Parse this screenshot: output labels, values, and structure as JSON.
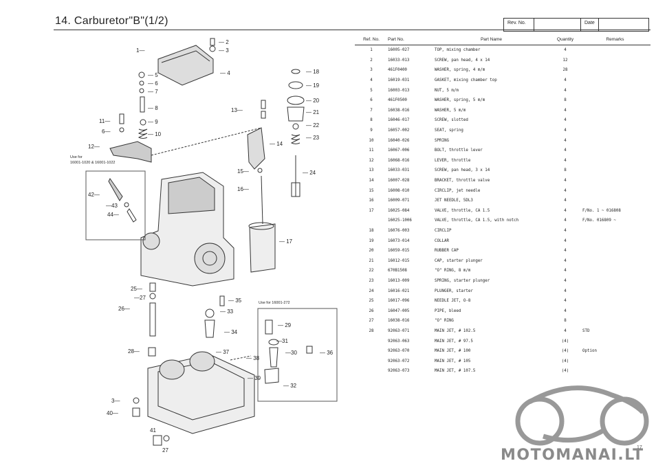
{
  "header": {
    "title": "14.  Carburetor\"B\"(1/2)",
    "rev_label": "Rev. No.",
    "date_label": "Date"
  },
  "columns": {
    "ref": "Ref. No.",
    "part": "Part No.",
    "name": "Part Name",
    "qty": "Quantity",
    "remarks": "Remarks"
  },
  "parts": [
    {
      "ref": "1",
      "part": "16005-027",
      "name": "TOP, mixing chamber",
      "qty": "4",
      "rem": ""
    },
    {
      "ref": "2",
      "part": "16033-013",
      "name": "SCREW, pan head, 4 x 14",
      "qty": "12",
      "rem": ""
    },
    {
      "ref": "3",
      "part": "461F0400",
      "name": "WASHER, spring, 4 m/m",
      "qty": "28",
      "rem": ""
    },
    {
      "ref": "4",
      "part": "16019-031",
      "name": "GASKET, mixing chamber top",
      "qty": "4",
      "rem": ""
    },
    {
      "ref": "5",
      "part": "16003-013",
      "name": "NUT, 5 m/m",
      "qty": "4",
      "rem": ""
    },
    {
      "ref": "6",
      "part": "461F0500",
      "name": "WASHER, spring, 5 m/m",
      "qty": "8",
      "rem": ""
    },
    {
      "ref": "7",
      "part": "16038-016",
      "name": "WASHER, 5 m/m",
      "qty": "4",
      "rem": ""
    },
    {
      "ref": "8",
      "part": "16046-017",
      "name": "SCREW, slotted",
      "qty": "4",
      "rem": ""
    },
    {
      "ref": "9",
      "part": "16057-002",
      "name": "SEAT, spring",
      "qty": "4",
      "rem": ""
    },
    {
      "ref": "10",
      "part": "16040-026",
      "name": "SPRING",
      "qty": "4",
      "rem": ""
    },
    {
      "ref": "11",
      "part": "16067-006",
      "name": "BOLT, throttle lever",
      "qty": "4",
      "rem": ""
    },
    {
      "ref": "12",
      "part": "16068-016",
      "name": "LEVER, throttle",
      "qty": "4",
      "rem": ""
    },
    {
      "ref": "13",
      "part": "16033-031",
      "name": "SCREW, pan head, 3 x 14",
      "qty": "8",
      "rem": ""
    },
    {
      "ref": "14",
      "part": "16007-028",
      "name": "BRACKET, throttle valve",
      "qty": "4",
      "rem": ""
    },
    {
      "ref": "15",
      "part": "16008-010",
      "name": "CIRCLIP, jet needle",
      "qty": "4",
      "rem": ""
    },
    {
      "ref": "16",
      "part": "16009-071",
      "name": "JET NEEDLE, 5DL3",
      "qty": "4",
      "rem": ""
    },
    {
      "ref": "17",
      "part": "16025-084",
      "name": "VALVE, throttle, CA 1.5",
      "qty": "4",
      "rem": "F/No. 1 ~ 016808"
    },
    {
      "ref": "",
      "part": "16025-1006",
      "name": "VALVE, throttle, CA 1.5, with notch",
      "qty": "4",
      "rem": "F/No. 016809 ~"
    },
    {
      "ref": "18",
      "part": "16076-003",
      "name": "CIRCLIP",
      "qty": "4",
      "rem": ""
    },
    {
      "ref": "19",
      "part": "16073-014",
      "name": "COLLAR",
      "qty": "4",
      "rem": ""
    },
    {
      "ref": "20",
      "part": "16059-015",
      "name": "RUBBER CAP",
      "qty": "4",
      "rem": ""
    },
    {
      "ref": "21",
      "part": "16012-015",
      "name": "CAP, starter plunger",
      "qty": "4",
      "rem": ""
    },
    {
      "ref": "22",
      "part": "670B1508",
      "name": "\"O\" RING, 8 m/m",
      "qty": "4",
      "rem": ""
    },
    {
      "ref": "23",
      "part": "16013-009",
      "name": "SPRING, starter plunger",
      "qty": "4",
      "rem": ""
    },
    {
      "ref": "24",
      "part": "16016-021",
      "name": "PLUNGER, starter",
      "qty": "4",
      "rem": ""
    },
    {
      "ref": "25",
      "part": "16017-096",
      "name": "NEEDLE JET, O-8",
      "qty": "4",
      "rem": ""
    },
    {
      "ref": "26",
      "part": "16047-005",
      "name": "PIPE, bleed",
      "qty": "4",
      "rem": ""
    },
    {
      "ref": "27",
      "part": "16038-016",
      "name": "\"O\" RING",
      "qty": "8",
      "rem": ""
    },
    {
      "ref": "28",
      "part": "92063-071",
      "name": "MAIN JET, # 102.5",
      "qty": "4",
      "rem": "STD"
    },
    {
      "ref": "",
      "part": "92063-063",
      "name": "MAIN JET, # 97.5",
      "qty": "(4)",
      "rem": ""
    },
    {
      "ref": "",
      "part": "92063-070",
      "name": "MAIN JET, # 100",
      "qty": "(4)",
      "rem": "Option"
    },
    {
      "ref": "",
      "part": "92063-072",
      "name": "MAIN JET, # 105",
      "qty": "(4)",
      "rem": ""
    },
    {
      "ref": "",
      "part": "92063-073",
      "name": "MAIN JET, # 107.5",
      "qty": "(4)",
      "rem": ""
    }
  ],
  "diagram": {
    "use_for_1": "Use for",
    "use_for_1b": "16001-1020 & 16001-1022",
    "use_for_2": "Use for 16001-272",
    "callouts": [
      "1",
      "2",
      "3",
      "4",
      "5",
      "6",
      "7",
      "8",
      "9",
      "10",
      "11",
      "6",
      "12",
      "13",
      "14",
      "15",
      "16",
      "17",
      "18",
      "19",
      "20",
      "21",
      "22",
      "23",
      "24",
      "25",
      "27",
      "26",
      "28",
      "3",
      "40",
      "41",
      "27",
      "35",
      "33",
      "34",
      "37",
      "38",
      "39",
      "29",
      "31",
      "30",
      "36",
      "32",
      "42",
      "43",
      "44"
    ]
  },
  "watermark": {
    "text": "MOTOMANAI.LT",
    "page": "17"
  }
}
